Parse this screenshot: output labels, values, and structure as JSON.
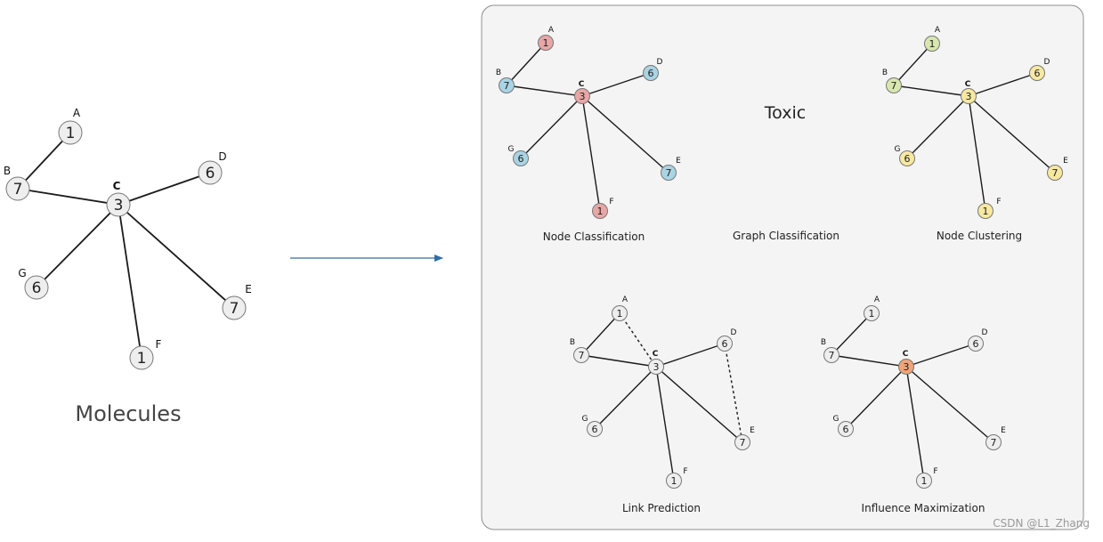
{
  "molecule": {
    "caption": "Molecules",
    "nodes": [
      {
        "id": "A",
        "label": "A",
        "value": "1"
      },
      {
        "id": "B",
        "label": "B",
        "value": "7"
      },
      {
        "id": "C",
        "label": "C",
        "value": "3"
      },
      {
        "id": "D",
        "label": "D",
        "value": "6"
      },
      {
        "id": "E",
        "label": "E",
        "value": "7"
      },
      {
        "id": "F",
        "label": "F",
        "value": "1"
      },
      {
        "id": "G",
        "label": "G",
        "value": "6"
      }
    ],
    "edges": [
      [
        "A",
        "B"
      ],
      [
        "B",
        "C"
      ],
      [
        "C",
        "D"
      ],
      [
        "C",
        "E"
      ],
      [
        "C",
        "F"
      ],
      [
        "C",
        "G"
      ]
    ]
  },
  "panels": [
    {
      "key": "node-classification",
      "caption": "Node Classification",
      "node_colors": {
        "A": "#e8a6a6",
        "B": "#a9d4e4",
        "C": "#e8a6a6",
        "D": "#a9d4e4",
        "E": "#a9d4e4",
        "F": "#e8a6a6",
        "G": "#a9d4e4"
      },
      "dashed_edges": []
    },
    {
      "key": "node-clustering",
      "caption": "Node Clustering",
      "node_colors": {
        "A": "#d8e6b0",
        "B": "#d8e6b0",
        "C": "#f7e8a0",
        "D": "#f7e8a0",
        "E": "#f7e8a0",
        "F": "#f7e8a0",
        "G": "#f7e8a0"
      },
      "dashed_edges": []
    },
    {
      "key": "link-prediction",
      "caption": "Link Prediction",
      "node_colors": {
        "A": "#eeeeee",
        "B": "#eeeeee",
        "C": "#eeeeee",
        "D": "#eeeeee",
        "E": "#eeeeee",
        "F": "#eeeeee",
        "G": "#eeeeee"
      },
      "dashed_edges": [
        [
          "A",
          "C"
        ],
        [
          "D",
          "E"
        ]
      ]
    },
    {
      "key": "influence-maximization",
      "caption": "Influence Maximization",
      "node_colors": {
        "A": "#eeeeee",
        "B": "#eeeeee",
        "C": "#f0a477",
        "D": "#eeeeee",
        "E": "#eeeeee",
        "F": "#eeeeee",
        "G": "#eeeeee"
      },
      "dashed_edges": []
    }
  ],
  "graph_classification": {
    "label": "Toxic",
    "caption": "Graph Classification"
  },
  "watermark": "CSDN @L1_Zhang",
  "colors": {
    "arrow": "#2e6ca4",
    "panel_bg": "#f4f4f4",
    "panel_border": "#8f8f8f",
    "node_default": "#eeeeee"
  }
}
